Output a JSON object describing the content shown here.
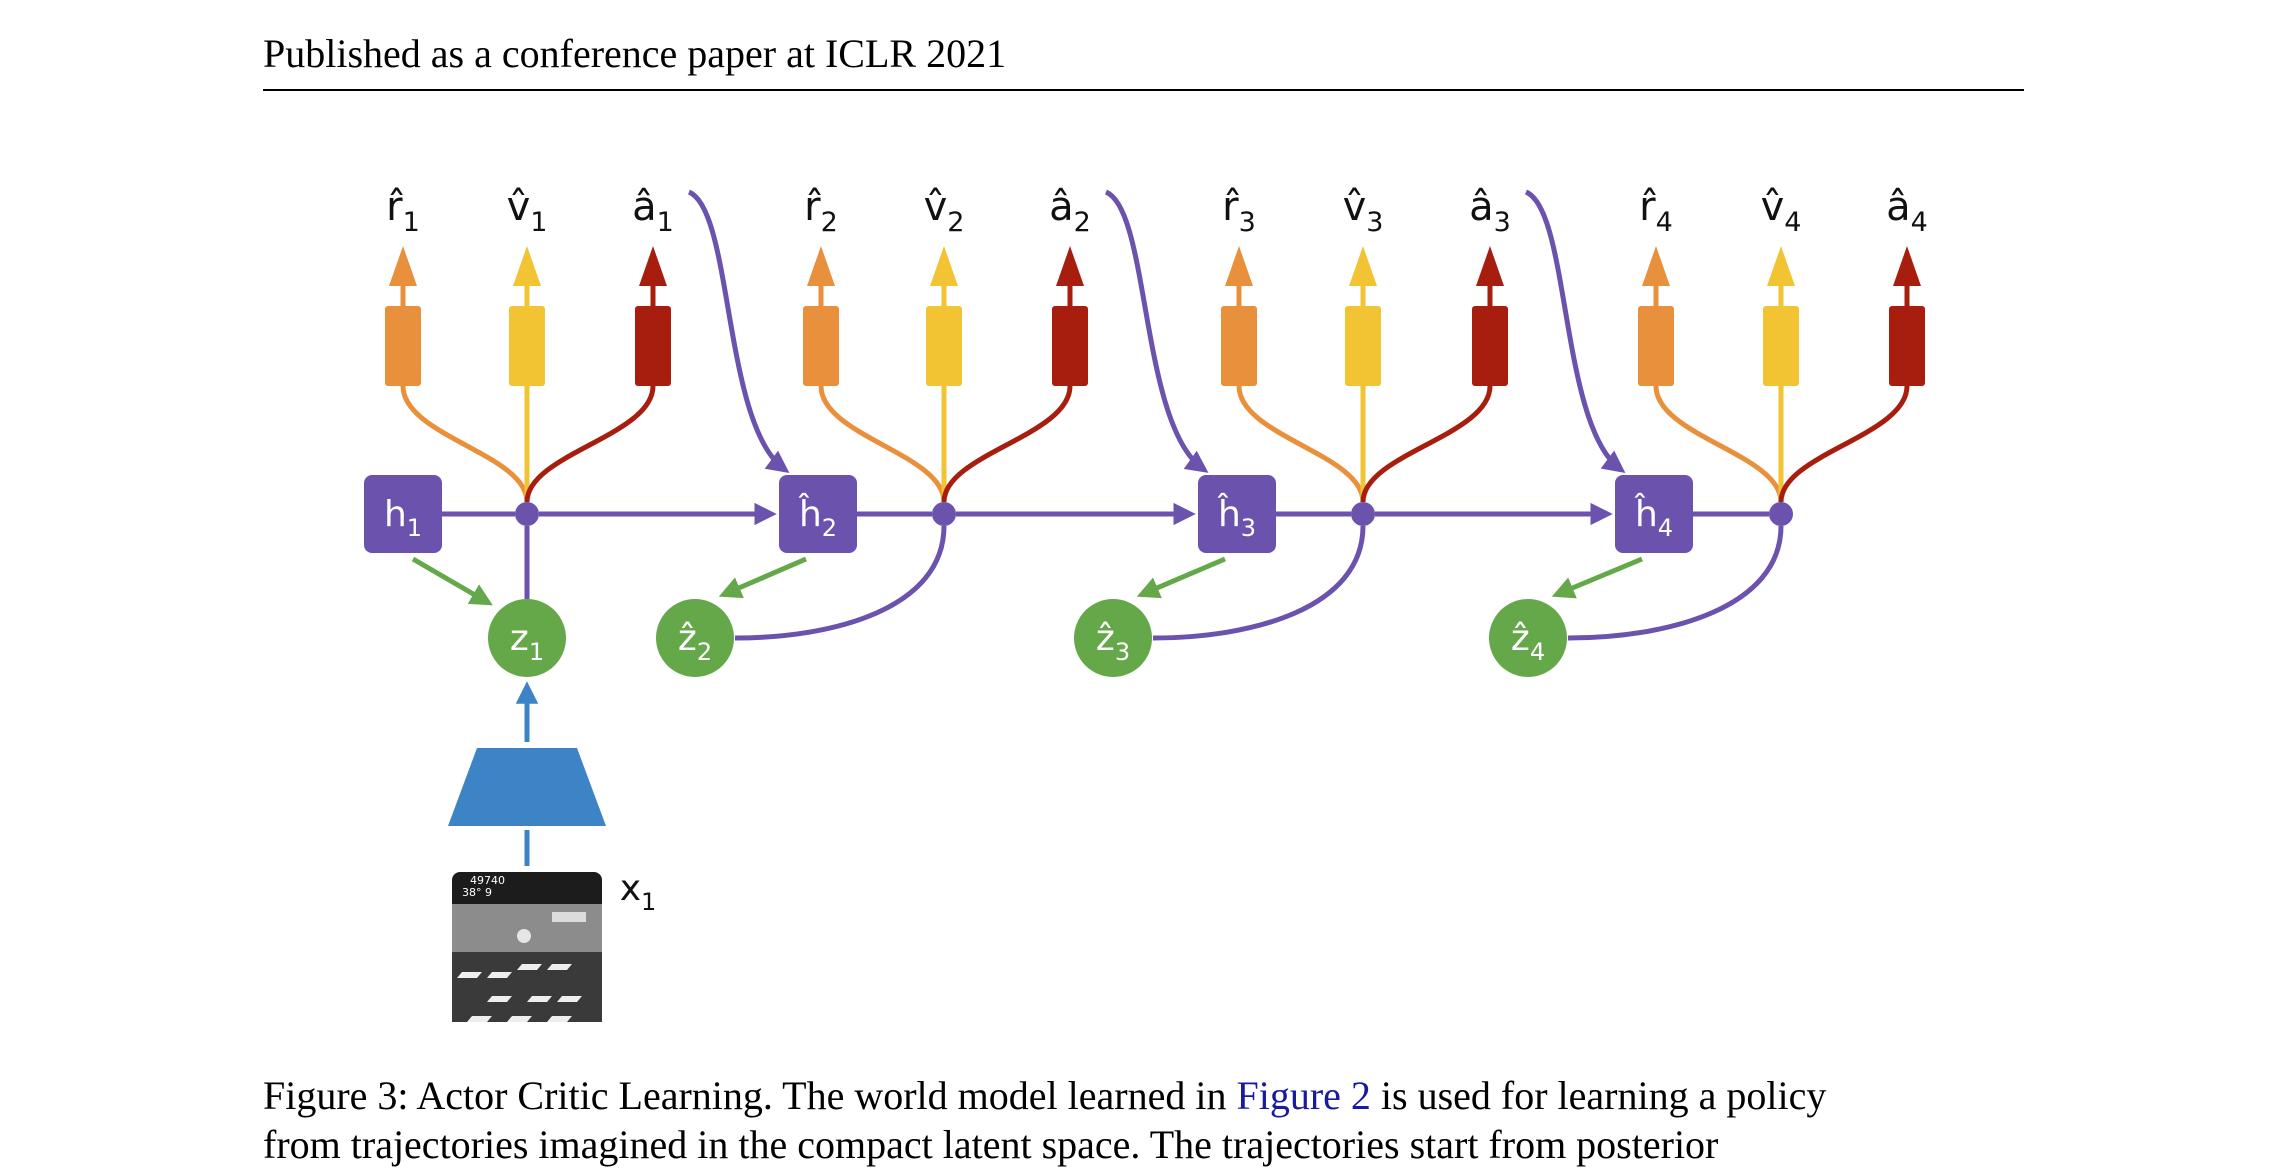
{
  "header": {
    "text": "Published as a conference paper at ICLR 2021"
  },
  "figure": {
    "colors": {
      "reward": "#e8903b",
      "value": "#f2c433",
      "action": "#a71e0e",
      "hidden": "#6b52ad",
      "latent": "#65a84a",
      "encoder": "#3d84c6"
    },
    "steps": [
      {
        "r": "r̂",
        "r_sub": "1",
        "v": "v̂",
        "v_sub": "1",
        "a": "â",
        "a_sub": "1",
        "h": "h",
        "h_sub": "1",
        "z": "z",
        "z_sub": "1"
      },
      {
        "r": "r̂",
        "r_sub": "2",
        "v": "v̂",
        "v_sub": "2",
        "a": "â",
        "a_sub": "2",
        "h": "ĥ",
        "h_sub": "2",
        "z": "ẑ",
        "z_sub": "2"
      },
      {
        "r": "r̂",
        "r_sub": "3",
        "v": "v̂",
        "v_sub": "3",
        "a": "â",
        "a_sub": "3",
        "h": "ĥ",
        "h_sub": "3",
        "z": "ẑ",
        "z_sub": "3"
      },
      {
        "r": "r̂",
        "r_sub": "4",
        "v": "v̂",
        "v_sub": "4",
        "a": "â",
        "a_sub": "4",
        "h": "ĥ",
        "h_sub": "4",
        "z": "ẑ",
        "z_sub": "4"
      }
    ],
    "input": {
      "label": "x",
      "sub": "1",
      "screen_score": "49740",
      "screen_line2": "38°    9"
    }
  },
  "caption": {
    "prefix": "Figure 3: Actor Critic Learning. The world model learned in ",
    "link": "Figure 2",
    "suffix": " is used for learning a policy",
    "next_line": "from trajectories imagined in the compact latent space. The trajectories start from posterior"
  }
}
